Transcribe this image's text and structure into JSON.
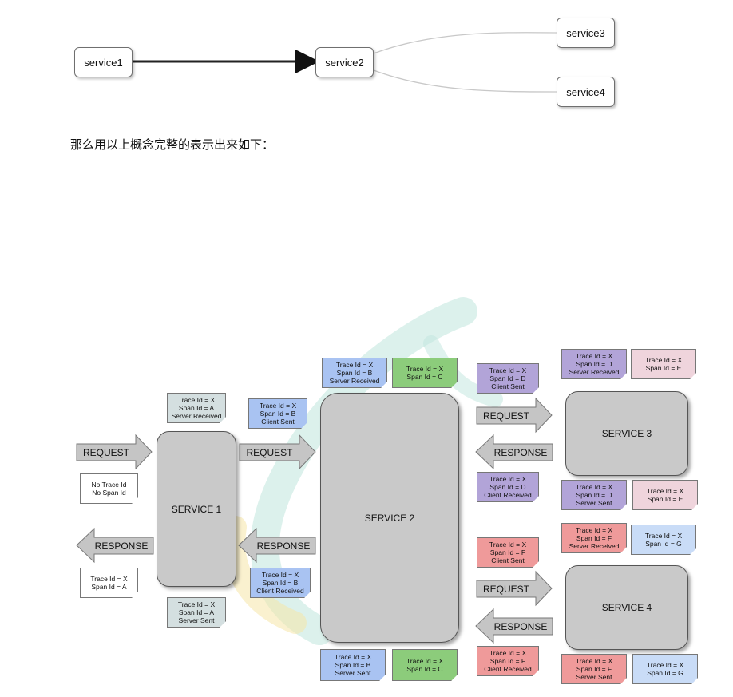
{
  "top_diagram": {
    "nodes": [
      "service1",
      "service2",
      "service3",
      "service4"
    ]
  },
  "caption": "那么用以上概念完整的表示出来如下：",
  "colors": {
    "grey_note": "#d4dfe0",
    "white_note": "#ffffff",
    "blue_note": "#a9c3f2",
    "green_note": "#8ccc7b",
    "purple_note": "#b2a4d8",
    "pink_note": "#efd4dc",
    "red_note": "#ef9a9a",
    "lightblue_note": "#c9dcf7",
    "service_fill": "#c9c9c9",
    "arrow_fill": "#c5c5c5"
  },
  "services": {
    "s1": "SERVICE 1",
    "s2": "SERVICE 2",
    "s3": "SERVICE 3",
    "s4": "SERVICE 4"
  },
  "arrows": {
    "req1": "REQUEST",
    "req2": "REQUEST",
    "req3": "REQUEST",
    "req4": "REQUEST",
    "resp1": "RESPONSE",
    "resp2": "RESPONSE",
    "resp3": "RESPONSE",
    "resp4": "RESPONSE"
  },
  "notes": {
    "n_s1_sr": [
      "Trace Id = X",
      "Span Id = A",
      "Server Received"
    ],
    "n_none": [
      "No Trace Id",
      "No Span Id"
    ],
    "n_s1_resp": [
      "Trace Id = X",
      "Span Id = A"
    ],
    "n_s1_ss": [
      "Trace Id = X",
      "Span Id = A",
      "Server Sent"
    ],
    "n_cs_b": [
      "Trace Id = X",
      "Span Id = B",
      "Client Sent"
    ],
    "n_cr_b": [
      "Trace Id = X",
      "Span Id = B",
      "Client Received"
    ],
    "n_s2_sr": [
      "Trace Id = X",
      "Span Id = B",
      "Server Received"
    ],
    "n_s2_c_top": [
      "Trace Id = X",
      "Span Id = C"
    ],
    "n_s2_ss": [
      "Trace Id = X",
      "Span Id = B",
      "Server Sent"
    ],
    "n_s2_c_bot": [
      "Trace Id = X",
      "Span Id = C"
    ],
    "n_cs_d": [
      "Trace Id = X",
      "Span Id = D",
      "Client Sent"
    ],
    "n_cr_d": [
      "Trace Id = X",
      "Span Id = D",
      "Client Received"
    ],
    "n_cs_f": [
      "Trace Id = X",
      "Span Id = F",
      "Client Sent"
    ],
    "n_cr_f": [
      "Trace Id = X",
      "Span Id = F",
      "Client Received"
    ],
    "n_s3_sr": [
      "Trace Id = X",
      "Span Id = D",
      "Server Received"
    ],
    "n_s3_e_top": [
      "Trace Id = X",
      "Span Id = E"
    ],
    "n_s3_ss": [
      "Trace Id = X",
      "Span Id = D",
      "Server Sent"
    ],
    "n_s3_e_bot": [
      "Trace Id = X",
      "Span Id = E"
    ],
    "n_s4_sr": [
      "Trace Id = X",
      "Span Id = F",
      "Server Received"
    ],
    "n_s4_g_top": [
      "Trace Id = X",
      "Span Id = G"
    ],
    "n_s4_ss": [
      "Trace Id = X",
      "Span Id = F",
      "Server Sent"
    ],
    "n_s4_g_bot": [
      "Trace Id = X",
      "Span Id = G"
    ]
  }
}
